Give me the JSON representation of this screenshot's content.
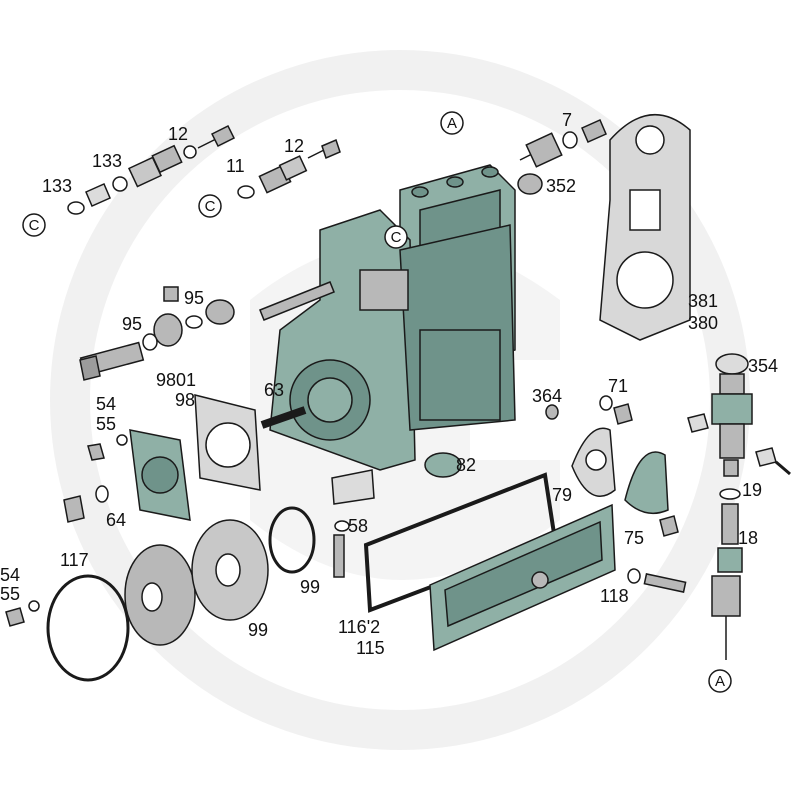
{
  "colors": {
    "part_fill": "#8fb0a6",
    "part_dark": "#6f938a",
    "metal": "#b8b8b8",
    "metal_light": "#dcdcdc",
    "gasket": "#d8d8d8",
    "outline": "#1a1a1a",
    "watermark": "#f1f1f1"
  },
  "labels": {
    "l133a": "133",
    "l133b": "133",
    "l12a": "12",
    "l12b": "12",
    "l11": "11",
    "l7": "7",
    "l352": "352",
    "l381": "381",
    "l380": "380",
    "l95a": "95",
    "l95b": "95",
    "l9801": "9801",
    "l98": "98",
    "l63": "63",
    "l54a": "54",
    "l55a": "55",
    "l64": "64",
    "l354": "354",
    "l364": "364",
    "l71": "71",
    "l82": "82",
    "l19": "19",
    "l18": "18",
    "l79": "79",
    "l75": "75",
    "l58": "58",
    "l117": "117",
    "l54b": "54",
    "l55b": "55",
    "l99a": "99",
    "l99b": "99",
    "l1162": "116'2",
    "l115": "115",
    "l118": "118"
  },
  "callouts": {
    "c1": "C",
    "c2": "C",
    "c3": "C",
    "a1": "A",
    "a2": "A"
  }
}
